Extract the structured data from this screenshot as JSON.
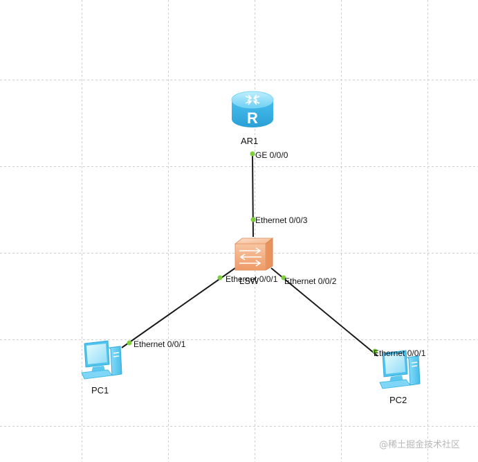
{
  "devices": {
    "router": {
      "name": "AR1",
      "icon": "router-icon",
      "port": "GE 0/0/0"
    },
    "switch": {
      "name": "LSW",
      "icon": "switch-icon",
      "port_up": "Ethernet 0/0/3",
      "port_left": "Ethernet 0/0/1",
      "port_right": "Ethernet 0/0/2"
    },
    "pc1": {
      "name": "PC1",
      "icon": "pc-icon",
      "port": "Ethernet 0/0/1"
    },
    "pc2": {
      "name": "PC2",
      "icon": "pc-icon",
      "port": "Ethernet 0/0/1"
    }
  },
  "links": [
    {
      "from": "AR1",
      "from_port": "GE 0/0/0",
      "to": "LSW",
      "to_port": "Ethernet 0/0/3"
    },
    {
      "from": "LSW",
      "from_port": "Ethernet 0/0/1",
      "to": "PC1",
      "to_port": "Ethernet 0/0/1"
    },
    {
      "from": "LSW",
      "from_port": "Ethernet 0/0/2",
      "to": "PC2",
      "to_port": "Ethernet 0/0/1"
    }
  ],
  "colors": {
    "link": "#1a1a1a",
    "port_dot": "#7ccf3a",
    "device_blue": "#5ec8f0",
    "switch_orange": "#f2a877"
  },
  "watermark": "@稀土掘金技术社区"
}
